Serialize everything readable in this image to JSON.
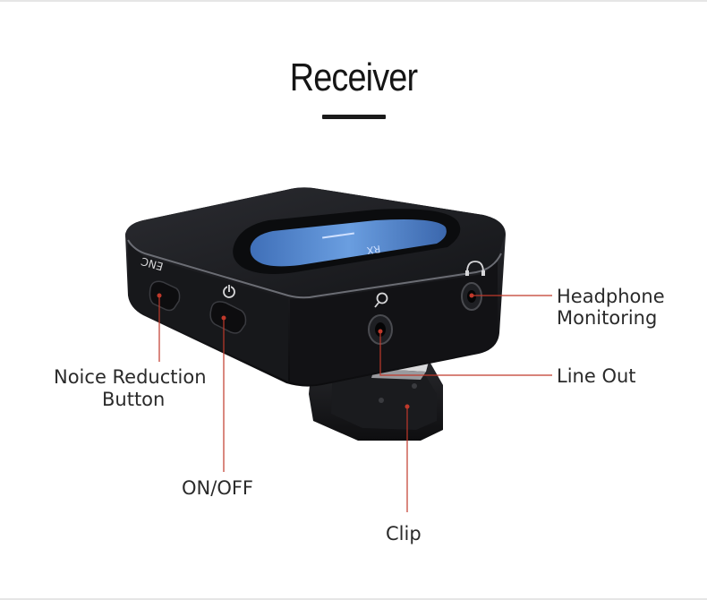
{
  "title": "Receiver",
  "device": {
    "enc_marking": "ENC",
    "screen_rx": "RX"
  },
  "callouts": {
    "noise_line1": "Noice Reduction",
    "noise_line2": "Button",
    "power": "ON/OFF",
    "clip": "Clip",
    "headphone_line1": "Headphone",
    "headphone_line2": "Monitoring",
    "line_out": "Line Out"
  },
  "colors": {
    "leader": "#c0392b",
    "device_body": "#1b1c20",
    "screen": "#5a8fd6"
  }
}
